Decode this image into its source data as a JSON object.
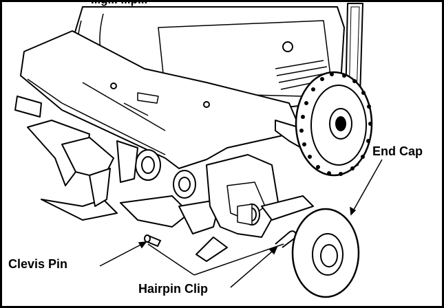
{
  "figure": {
    "top_caption_fragment": "...g... ...p...",
    "labels": {
      "end_cap": "End Cap",
      "clevis_pin": "Clevis Pin",
      "hairpin_clip": "Hairpin Clip"
    }
  }
}
